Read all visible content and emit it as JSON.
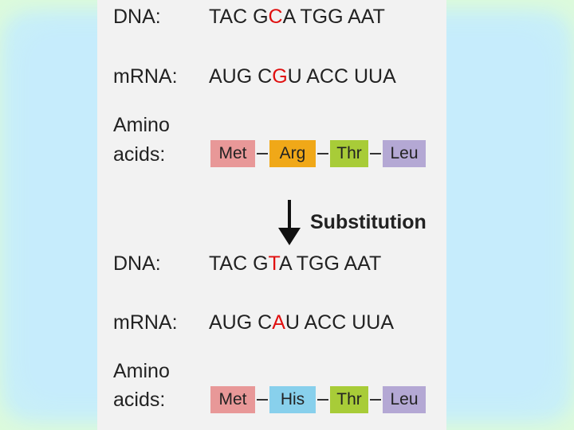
{
  "colors": {
    "mutation": "#e01010",
    "met": "#e89898",
    "arg": "#f0a818",
    "his": "#88d0ec",
    "thr": "#a8cc38",
    "leu": "#b4a8d4"
  },
  "before": {
    "dna_label": "DNA:",
    "dna": [
      "TAC G",
      "C",
      "A TGG AAT"
    ],
    "mrna_label": "mRNA:",
    "mrna": [
      "AUG C",
      "G",
      "U ACC UUA"
    ],
    "amino_label_1": "Amino",
    "amino_label_2": "acids:",
    "amino": [
      "Met",
      "Arg",
      "Thr",
      "Leu"
    ]
  },
  "change": {
    "label": "Substitution"
  },
  "after": {
    "dna_label": "DNA:",
    "dna": [
      "TAC G",
      "T",
      "A TGG AAT"
    ],
    "mrna_label": "mRNA:",
    "mrna": [
      "AUG C",
      "A",
      "U ACC UUA"
    ],
    "amino_label_1": "Amino",
    "amino_label_2": "acids:",
    "amino": [
      "Met",
      "His",
      "Thr",
      "Leu"
    ]
  }
}
